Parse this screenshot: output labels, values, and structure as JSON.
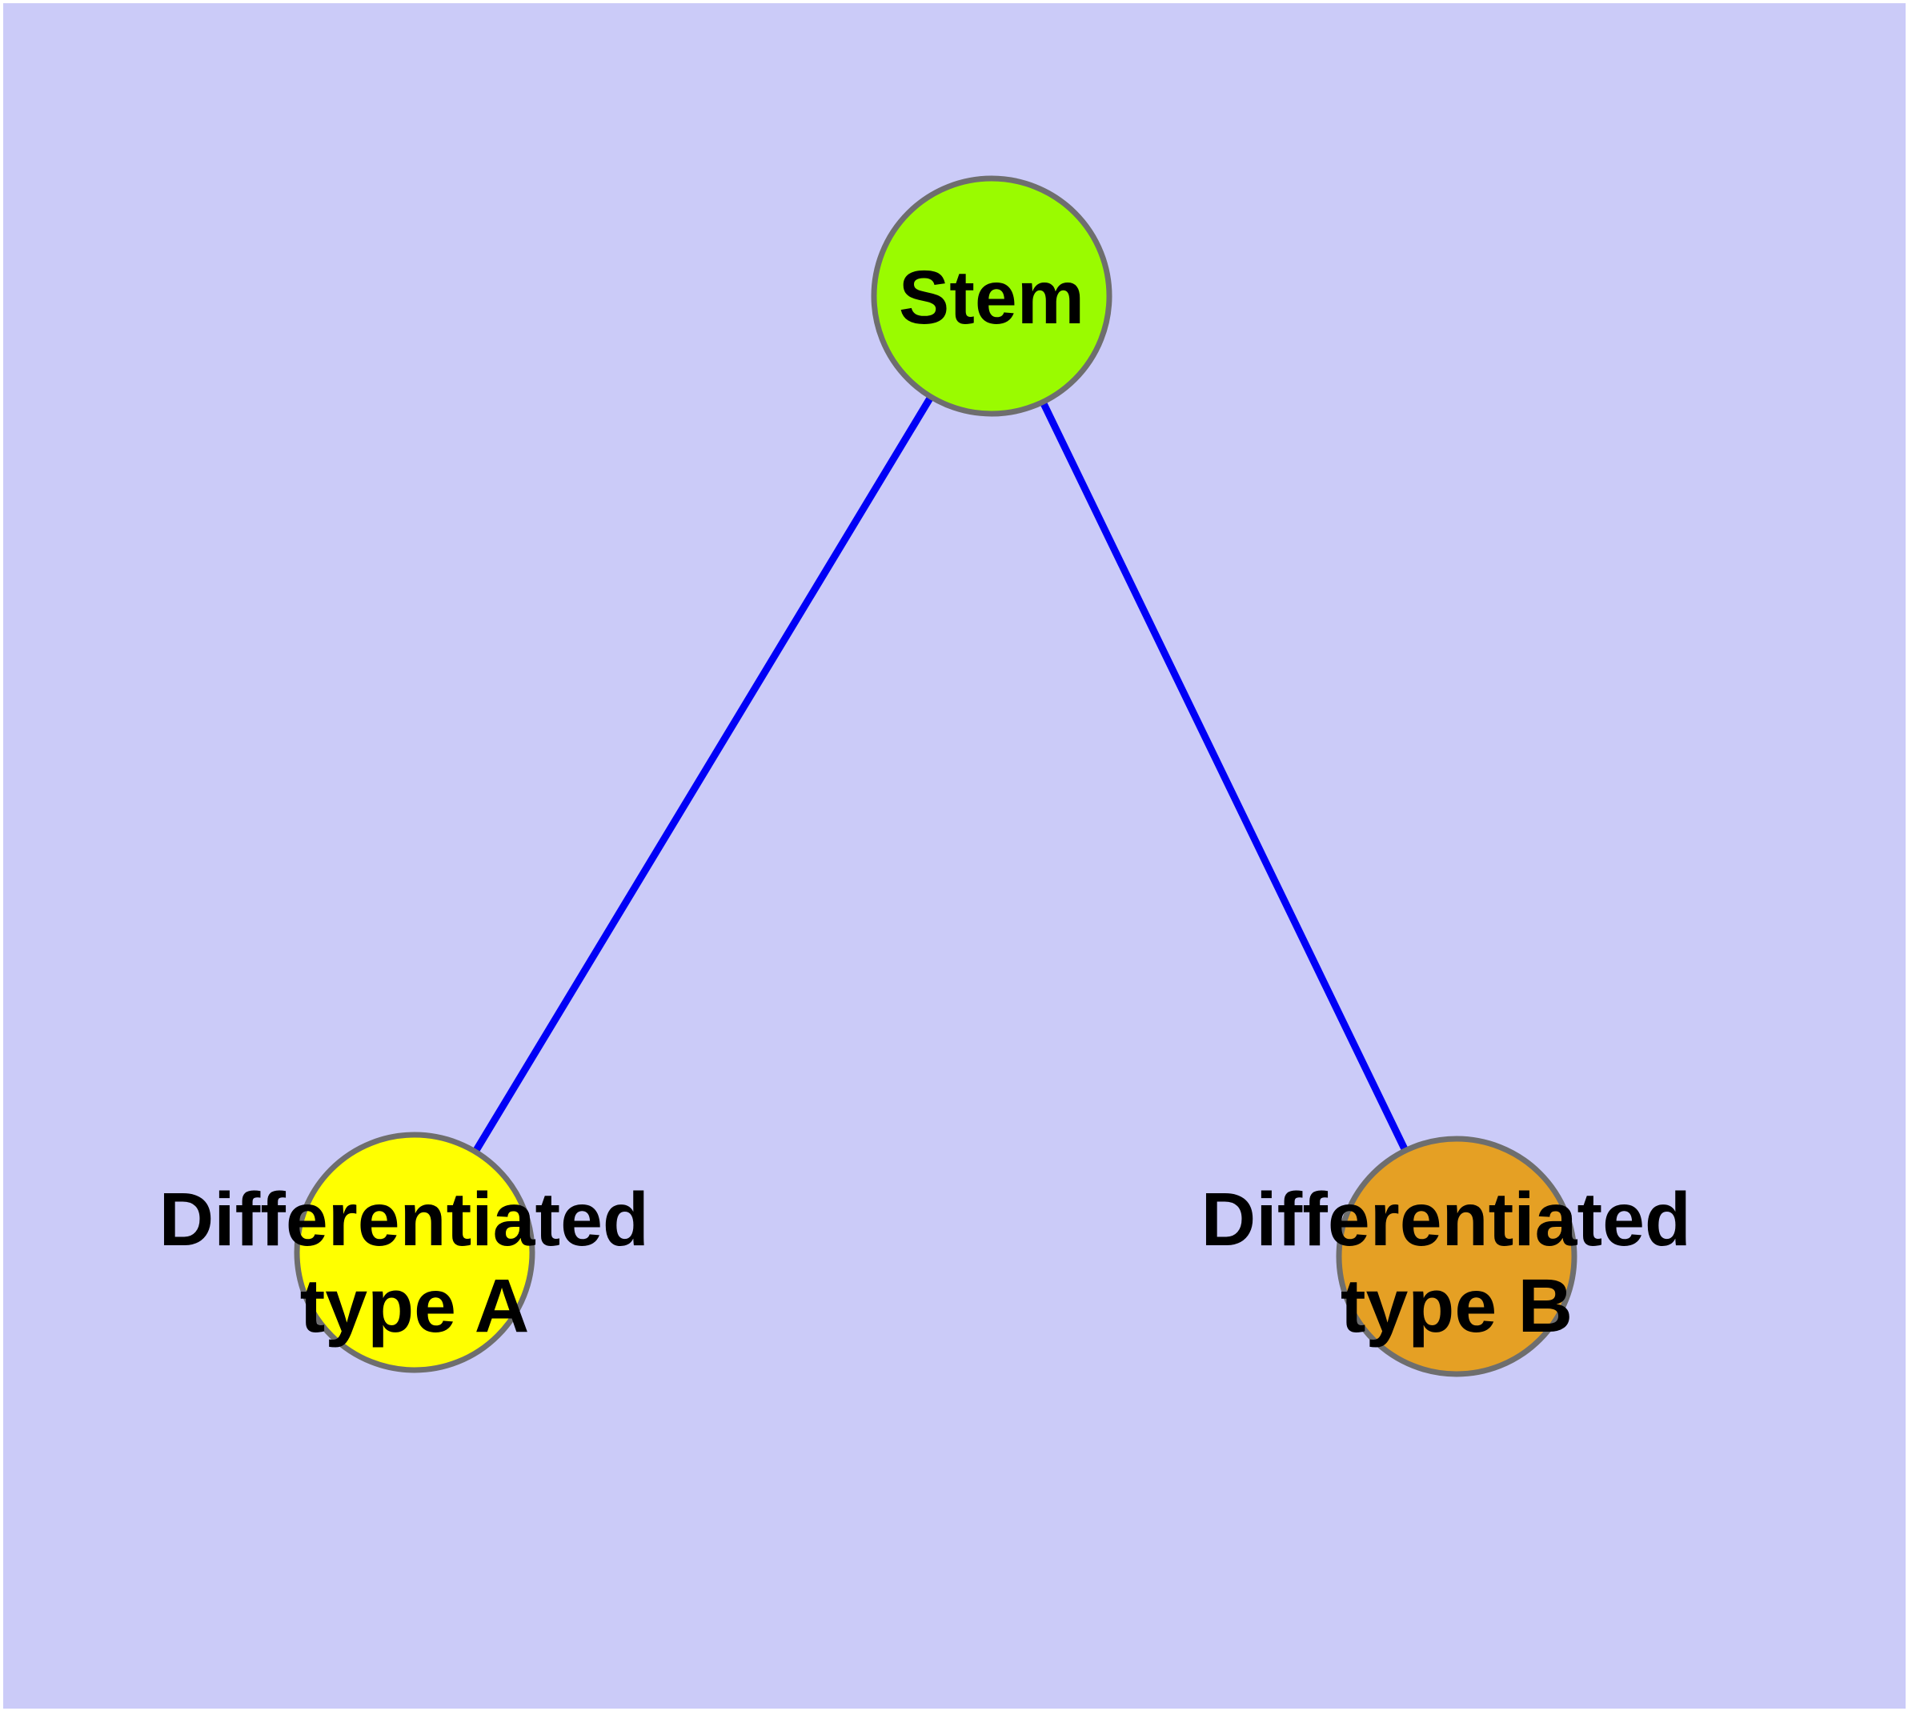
{
  "diagram": {
    "type": "node-link-graph",
    "background_color": "#CBCBF8",
    "margin_color": "#FFFFFF",
    "edge_color": "#0000F6",
    "node_border_color": "#6E6E6E",
    "label_color": "#000000",
    "nodes": [
      {
        "id": "stem",
        "label": "Stem",
        "lines": [
          "Stem"
        ],
        "color": "#9AFB00"
      },
      {
        "id": "differentiated-type-a",
        "label": "Differentiated type A",
        "lines": [
          "Differentiated",
          "type A"
        ],
        "color": "#FFFF00"
      },
      {
        "id": "differentiated-type-b",
        "label": "Differentiated type B",
        "lines": [
          "Differentiated",
          "type B"
        ],
        "color": "#E5A024"
      }
    ],
    "edges": [
      {
        "from": "Stem",
        "to": "Differentiated type A"
      },
      {
        "from": "Stem",
        "to": "Differentiated type B"
      }
    ]
  }
}
